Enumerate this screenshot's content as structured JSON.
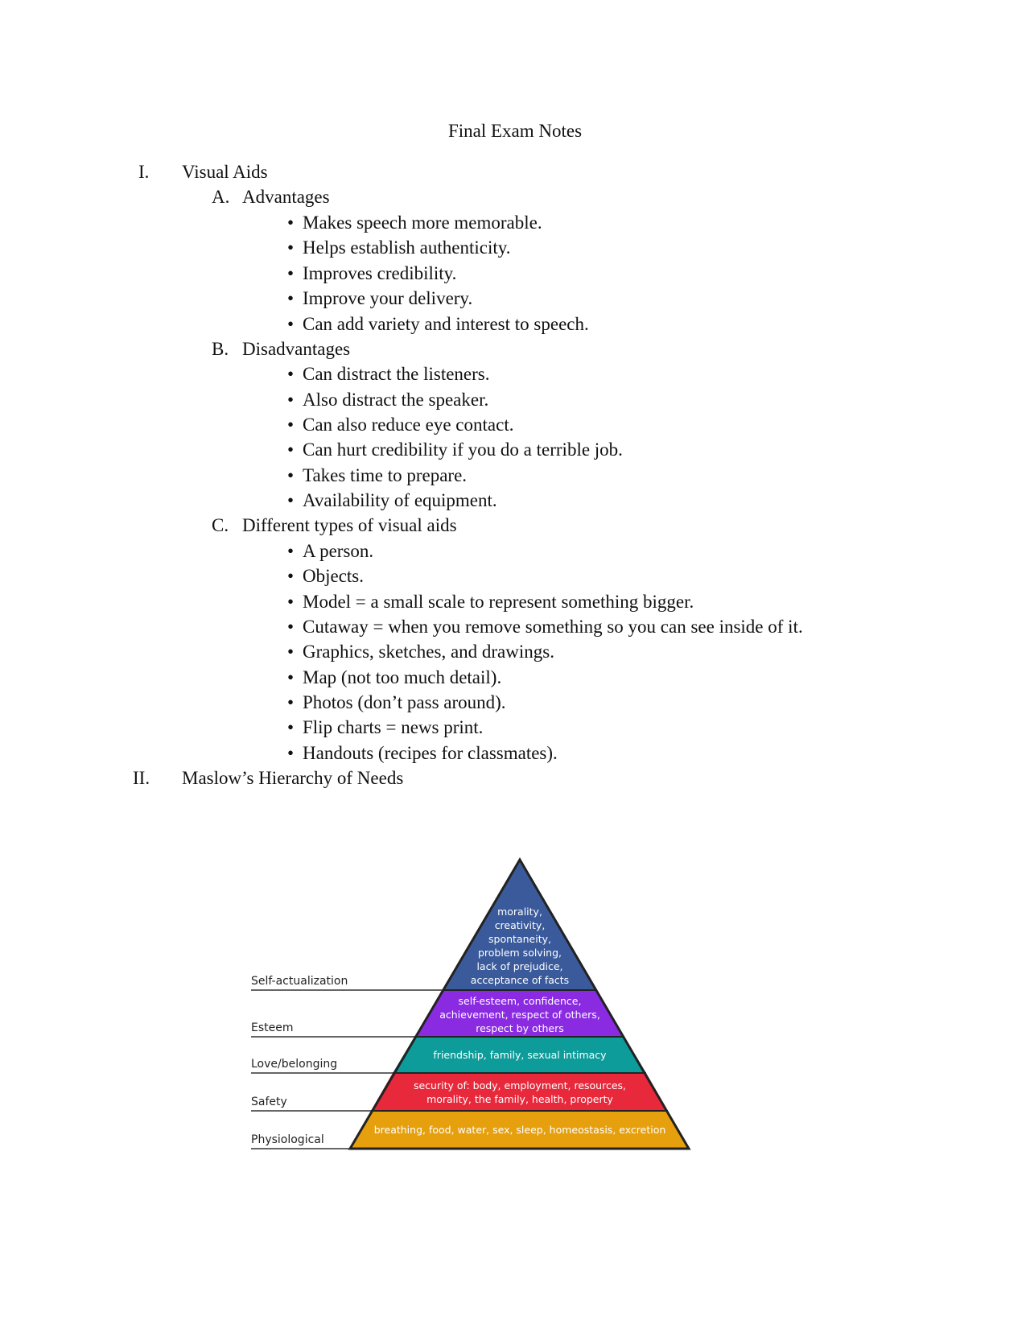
{
  "title": "Final Exam Notes",
  "sections": [
    {
      "num": "I.",
      "label": "Visual Aids",
      "subs": [
        {
          "num": "A.",
          "label": "Advantages",
          "bullets": [
            "Makes speech more memorable.",
            "Helps establish authenticity.",
            "Improves credibility.",
            "Improve your delivery.",
            "Can add variety and interest to speech."
          ]
        },
        {
          "num": "B.",
          "label": "Disadvantages",
          "bullets": [
            "Can distract the listeners.",
            "Also distract the speaker.",
            "Can also reduce eye contact.",
            "Can hurt credibility if you do a terrible job.",
            "Takes time to prepare.",
            "Availability of equipment."
          ]
        },
        {
          "num": "C.",
          "label": "Different types of visual aids",
          "bullets": [
            "A person.",
            "Objects.",
            "Model = a small scale to represent something bigger.",
            "Cutaway = when you remove something so you can see inside of it.",
            "Graphics, sketches, and drawings.",
            "Map (not too much detail).",
            "Photos (don’t pass around).",
            "Flip charts = news print.",
            "Handouts (recipes for classmates)."
          ]
        }
      ]
    },
    {
      "num": "II.",
      "label": "Maslow’s Hierarchy of Needs"
    }
  ],
  "pyramid": {
    "tiers": [
      {
        "name": "Self-actualization",
        "color": "#3a5a9b",
        "lines": [
          "morality,",
          "creativity,",
          "spontaneity,",
          "problem solving,",
          "lack of prejudice,",
          "acceptance of facts"
        ]
      },
      {
        "name": "Esteem",
        "color": "#8a2be2",
        "lines": [
          "self-esteem, confidence,",
          "achievement, respect of others,",
          "respect by others"
        ]
      },
      {
        "name": "Love/belonging",
        "color": "#0e9c9a",
        "lines": [
          "friendship, family, sexual intimacy"
        ]
      },
      {
        "name": "Safety",
        "color": "#e8283b",
        "lines": [
          "security of: body, employment, resources,",
          "morality, the family, health, property"
        ]
      },
      {
        "name": "Physiological",
        "color": "#e6a00e",
        "lines": [
          "breathing, food, water, sex, sleep, homeostasis, excretion"
        ]
      }
    ]
  }
}
